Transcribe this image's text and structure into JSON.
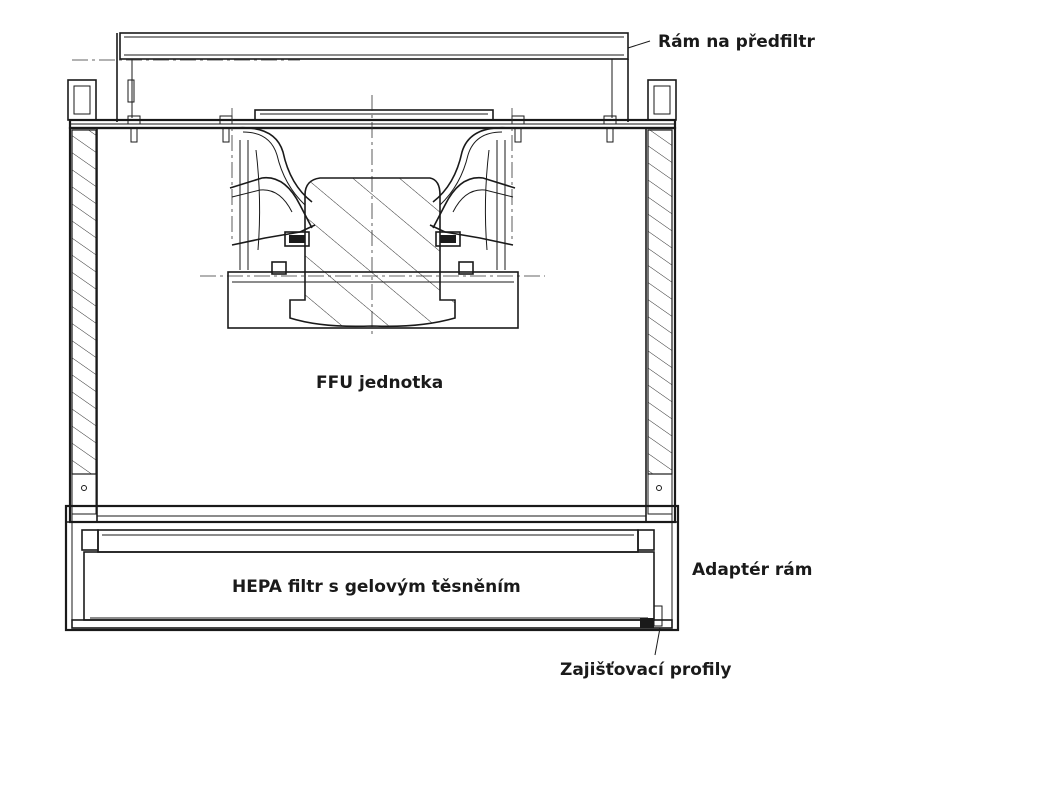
{
  "labels": {
    "prefilter_frame": "Rám na předfiltr",
    "ffu_unit": "FFU jednotka",
    "adapter_frame": "Adaptér rám",
    "hepa_filter": "HEPA filtr s gelovým těsněním",
    "locking_profiles": "Zajišťovací profily"
  },
  "colors": {
    "line": "#1a1a1a",
    "background": "#ffffff"
  }
}
